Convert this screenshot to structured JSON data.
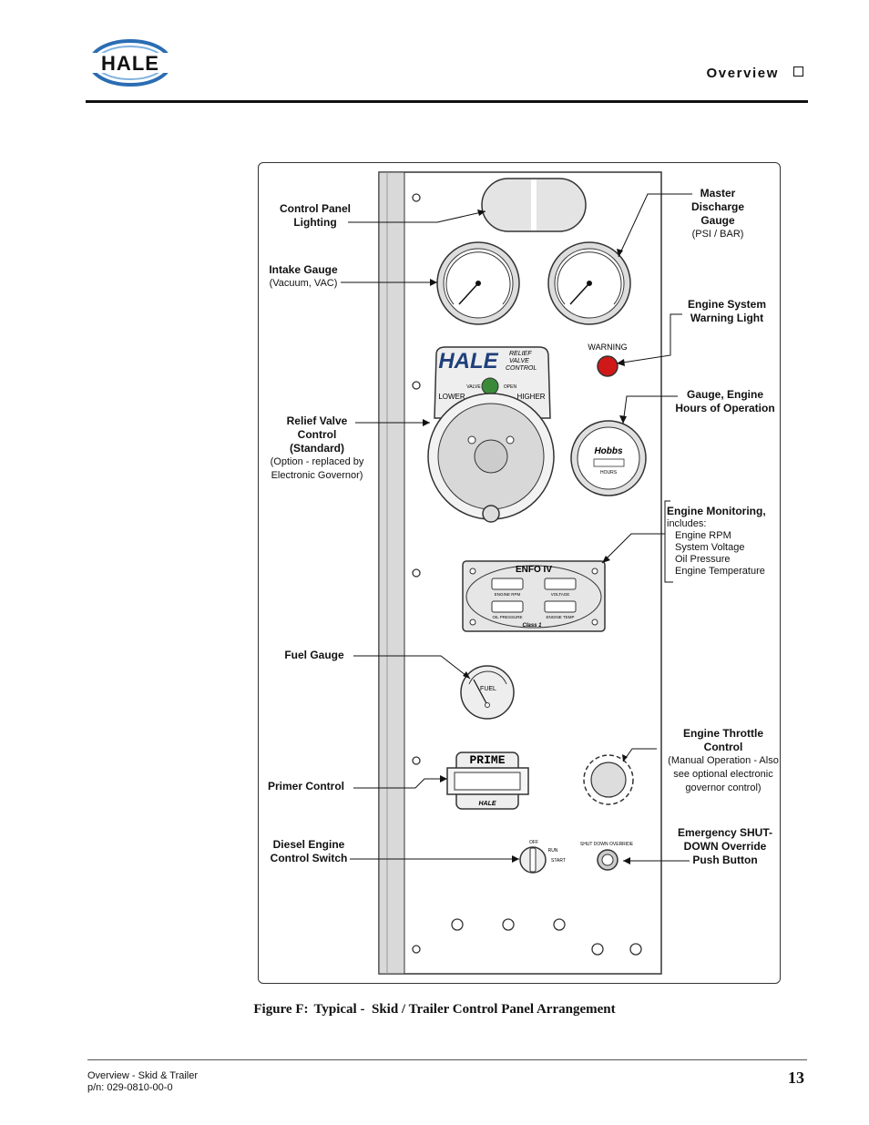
{
  "header": {
    "logo_text": "HALE",
    "section_title": "Overview"
  },
  "figure": {
    "labels": {
      "control_panel_lighting": "Control Panel Lighting",
      "master_discharge_gauge": "Master Discharge Gauge",
      "master_discharge_units": "(PSI / BAR)",
      "intake_gauge": "Intake Gauge",
      "intake_units": "(Vacuum, VAC)",
      "engine_warning_light": "Engine System Warning Light",
      "relief_valve": "Relief Valve Control (Standard)",
      "relief_valve_note": "(Option - replaced by Electronic Governor)",
      "hours_gauge": "Gauge, Engine Hours of Operation",
      "engine_monitoring": "Engine Monitoring,",
      "engine_monitoring_includes": "includes:",
      "engine_monitoring_items": [
        "Engine RPM",
        "System Voltage",
        "Oil Pressure",
        "Engine Temperature"
      ],
      "fuel_gauge": "Fuel Gauge",
      "throttle": "Engine Throttle Control",
      "throttle_note": "(Manual Operation - Also see optional electronic governor control)",
      "primer_control": "Primer Control",
      "diesel_switch": "Diesel Engine Control Switch",
      "emergency_shutdown": "Emergency SHUT-DOWN Override Push Button"
    },
    "panel_text": {
      "warning": "WARNING",
      "rv_brand": "HALE",
      "rv_line1": "RELIEF",
      "rv_line2": "VALVE",
      "rv_line3": "CONTROL",
      "valve": "VALVE",
      "open": "OPEN",
      "lower": "LOWER",
      "higher": "HIGHER",
      "hobbs": "Hobbs",
      "hours": "HOURS",
      "enfo": "ENFO IV",
      "engine_rpm": "ENGINE RPM",
      "voltage": "VOLTAGE",
      "oil_pressure": "OIL PRESSURE",
      "engine_temp": "ENGINE TEMP",
      "class1": "Class 1",
      "fuel": "FUEL",
      "prime": "PRIME",
      "prime_brand": "HALE",
      "off": "OFF",
      "run": "RUN",
      "start": "START",
      "shutdown_override": "SHUT DOWN OVERRIDE"
    }
  },
  "caption": {
    "figure_id": "Figure F:",
    "text": "Typical -  Skid / Trailer Control Panel Arrangement"
  },
  "footer": {
    "doc_title": "Overview - Skid & Trailer",
    "part_number": "p/n: 029-0810-00-0",
    "page_number": "13"
  },
  "colors": {
    "logo_blue": "#2a6db3",
    "warning_red": "#d01818",
    "valve_green": "#3a8a3a"
  }
}
